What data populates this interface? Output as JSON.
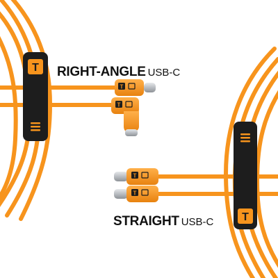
{
  "labels": {
    "right_angle": {
      "main": "RIGHT-ANGLE",
      "sub": "USB-C"
    },
    "straight": {
      "main": "STRAIGHT",
      "sub": "USB-C"
    }
  },
  "brand_mark": "T",
  "colors": {
    "cable_orange": "#f7941d",
    "cable_shade": "#e07f0e",
    "connector_body": "#f39a1f",
    "plug_metal": "#c9ccd0",
    "hub_black": "#1d1d1d",
    "hub_grip": "#3a3a3a",
    "background": "#ffffff",
    "text": "#111111"
  }
}
